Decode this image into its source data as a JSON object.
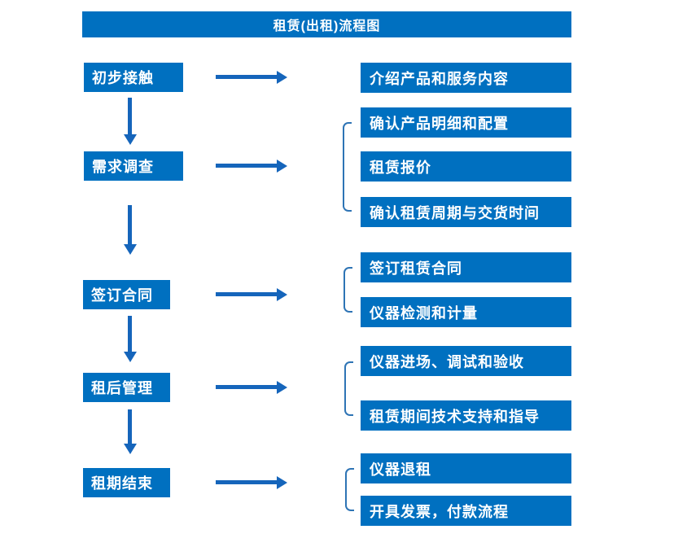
{
  "title": "租赁(出租)流程图",
  "colors": {
    "box_fill": "#0070C0",
    "arrow": "#1565BB",
    "bracket": "#2E74B5",
    "text": "#FFFFFF",
    "background": "#FFFFFF"
  },
  "stages": [
    {
      "label": "初步接触",
      "details": [
        "介绍产品和服务内容"
      ]
    },
    {
      "label": "需求调查",
      "details": [
        "确认产品明细和配置",
        "租赁报价",
        "确认租赁周期与交货时间"
      ]
    },
    {
      "label": "签订合同",
      "details": [
        "签订租赁合同",
        "仪器检测和计量"
      ]
    },
    {
      "label": "租后管理",
      "details": [
        "仪器进场、调试和验收",
        "租赁期间技术支持和指导"
      ]
    },
    {
      "label": "租期结束",
      "details": [
        "仪器退租",
        "开具发票，付款流程"
      ]
    }
  ]
}
